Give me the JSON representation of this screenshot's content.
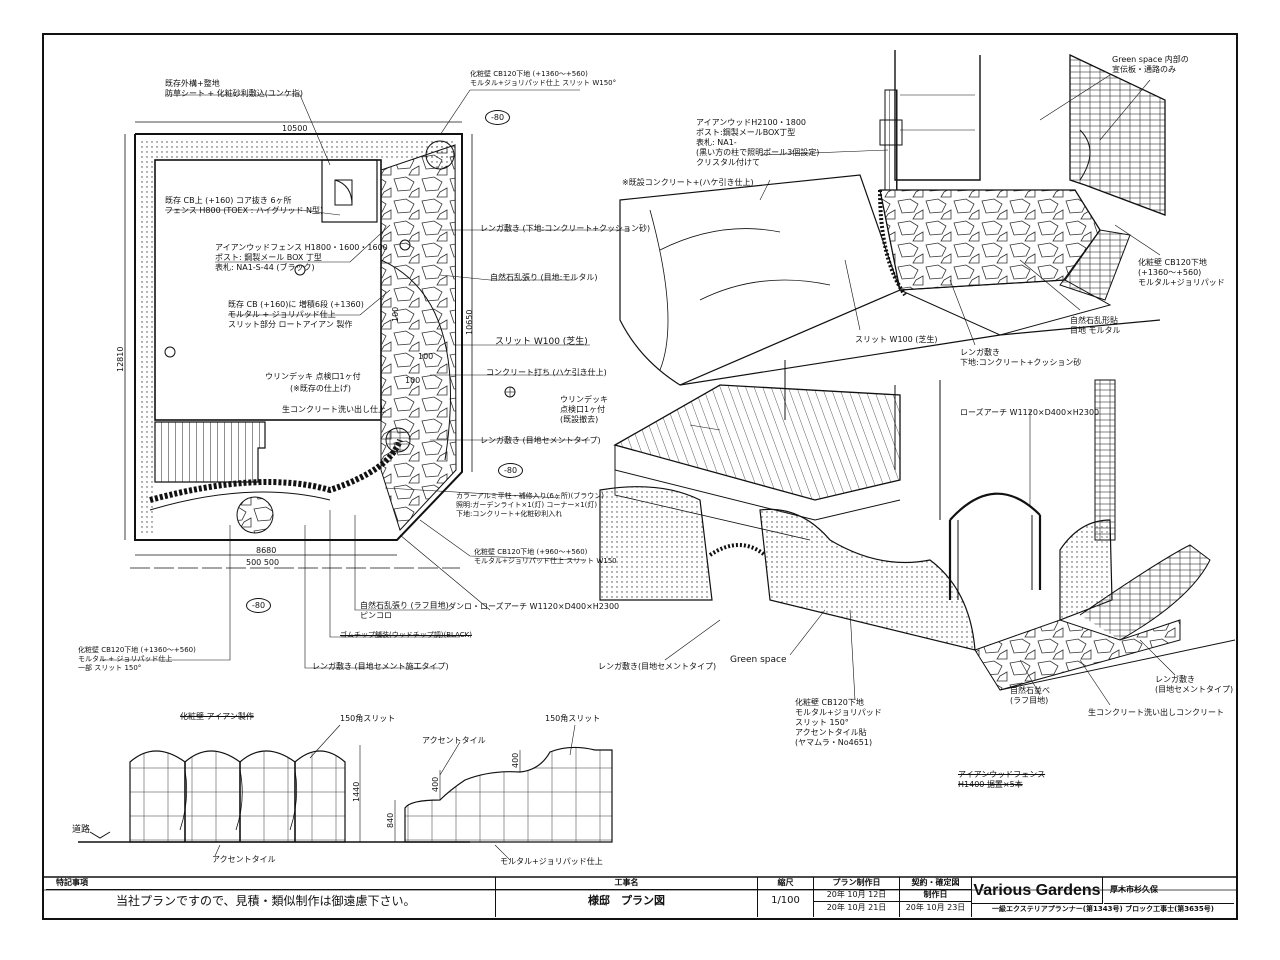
{
  "plan_notes": {
    "top_left": "既存外構+整地\n防草シート + 化粧砂利敷込(ユンケ指)",
    "top_right": "化粧壁 CB120下地 (+1360～+560)\nモルタル+ジョリパッド仕上 スリット W150°",
    "cb_wall": "既存 CB上 (+160) コア抜き 6ヶ所\nフェンス H800 (TOEX : ハイグリッド N型)",
    "iron_fence": "アイアンウッドフェンス H1800・1600・1600\nポスト: 鋼製メール BOX 丁型\n表札: NA1-S-44 (ブラック)",
    "existing_cb": "既存 CB (+160)に 増積6段 (+1360)\nモルタル + ジョリパッド仕上\nスリット部分 ロートアイアン 製作",
    "brick": "レンガ敷き (下地:コンクリート+クッション砂)",
    "natural_stone": "自然石乱張り (目地:モルタル)",
    "slit_w100": "スリット W100 (芝生)",
    "concrete_print": "コンクリート打ち (ハケ引き仕上)",
    "wood_deck": "ウリンデッキ 点検口1ヶ付",
    "fixed_bench": "(※既存の仕上げ)",
    "raw_concrete": "生コンクリート洗い出し仕上",
    "brick_edge": "レンガ敷き (目地セメントタイプ)",
    "color_mix": "カラーアルミ平柱・補修入り(6ヶ所)(ブラウン)\n照明:ガーデンライト×1(灯) コーナー×1(灯)\n下地:コンクリート+化粧砂利入れ",
    "wall_low": "化粧壁 CB120下地 (+960～+560)\nモルタル+ジョリパッド仕上 スリット W150",
    "natural_stone_edge": "自然石乱張り (ラフ目地)\nピンコロ",
    "arch": "ダンロ・ローズアーチ W1120×D400×H2300",
    "rubber": "ゴムチップ舗装(ウッドチップ調)(BLACK)",
    "brick_sep": "レンガ敷き (目地セメント施工タイプ)",
    "side_wall": "化粧壁 CB120下地 (+1360～+560)\nモルタル + ジョリパッド仕上\n一部 スリット 150°",
    "street": "道路"
  },
  "plan_dims": {
    "top": "10500",
    "bottom": "8680",
    "bottom_split": "500 500",
    "left": "12810",
    "right": "10650",
    "d100a": "100",
    "d100b": "100",
    "d100c": "100",
    "level_a": "-80",
    "level_b": "-80",
    "level_c": "-80"
  },
  "persp_top_notes": {
    "green_space": "Green space 内部の\n宣伝板・通路のみ",
    "ironwood": "アイアンウッドH2100・1800\nポスト:鋼製メールBOX丁型\n表札: NA1-\n(黒い方の柱で照明ポール3個設定)\nクリスタル付けて",
    "exist_concrete": "※既設コンクリート+(ハケ引き仕上)",
    "wall_right": "化粧壁 CB120下地\n(+1360～+560)\nモルタル+ジョリパッド",
    "stone_right": "自然石乱形貼\n目地 モルタル",
    "slit": "スリット W100 (芝生)",
    "brick": "レンガ敷き\n下地:コンクリート+クッション砂"
  },
  "persp_bottom_notes": {
    "deck": "ウリンデッキ\n点検口1ヶ付\n(既設撤去)",
    "rose_arch": "ローズアーチ W1120×D400×H2300",
    "brick_left": "レンガ敷き(目地セメントタイプ)",
    "green_space": "Green space",
    "wall": "化粧壁 CB120下地\nモルタル+ジョリパッド\nスリット 150°\nアクセントタイル貼\n(ヤマムラ・No4651)",
    "stone": "自然石並べ\n(ラフ目地)",
    "raw": "生コンクリート洗い出しコンクリート",
    "brick_right": "レンガ敷き\n(目地セメントタイプ)",
    "strike": "アイアンウッドフェンス\nH1400 据置×5本"
  },
  "elevations": {
    "left_strike": "化粧壁 アイアン製作",
    "left_slit": "150角スリット",
    "left_h1440": "1440",
    "left_accent": "アクセントタイル",
    "right_accent": "アクセントタイル",
    "right_slit": "150角スリット",
    "right_400a": "400",
    "right_400b": "400",
    "right_840": "840",
    "right_finish": "モルタル+ジョリパッド仕上"
  },
  "titleblock": {
    "special_h": "特記事項",
    "special_b": "当社プランですので、見積・類似制作は御遠慮下さい。",
    "work_h": "工事名",
    "work_b": "様邸　プラン図",
    "scale_h": "縮尺",
    "scale_b": "1/100",
    "plan_h": "プラン制作日",
    "plan_b1": "20年 10月 12日",
    "plan_b2": "20年 10月 21日",
    "contract_h": "契約・確定図",
    "contract_b1": "制作日",
    "contract_b2": "20年 10月 23日",
    "brand": "Various Gardens",
    "address": "厚木市杉久保",
    "license": "一級エクステリアプランナー(第1343号) ブロック工事士(第3635号)"
  }
}
